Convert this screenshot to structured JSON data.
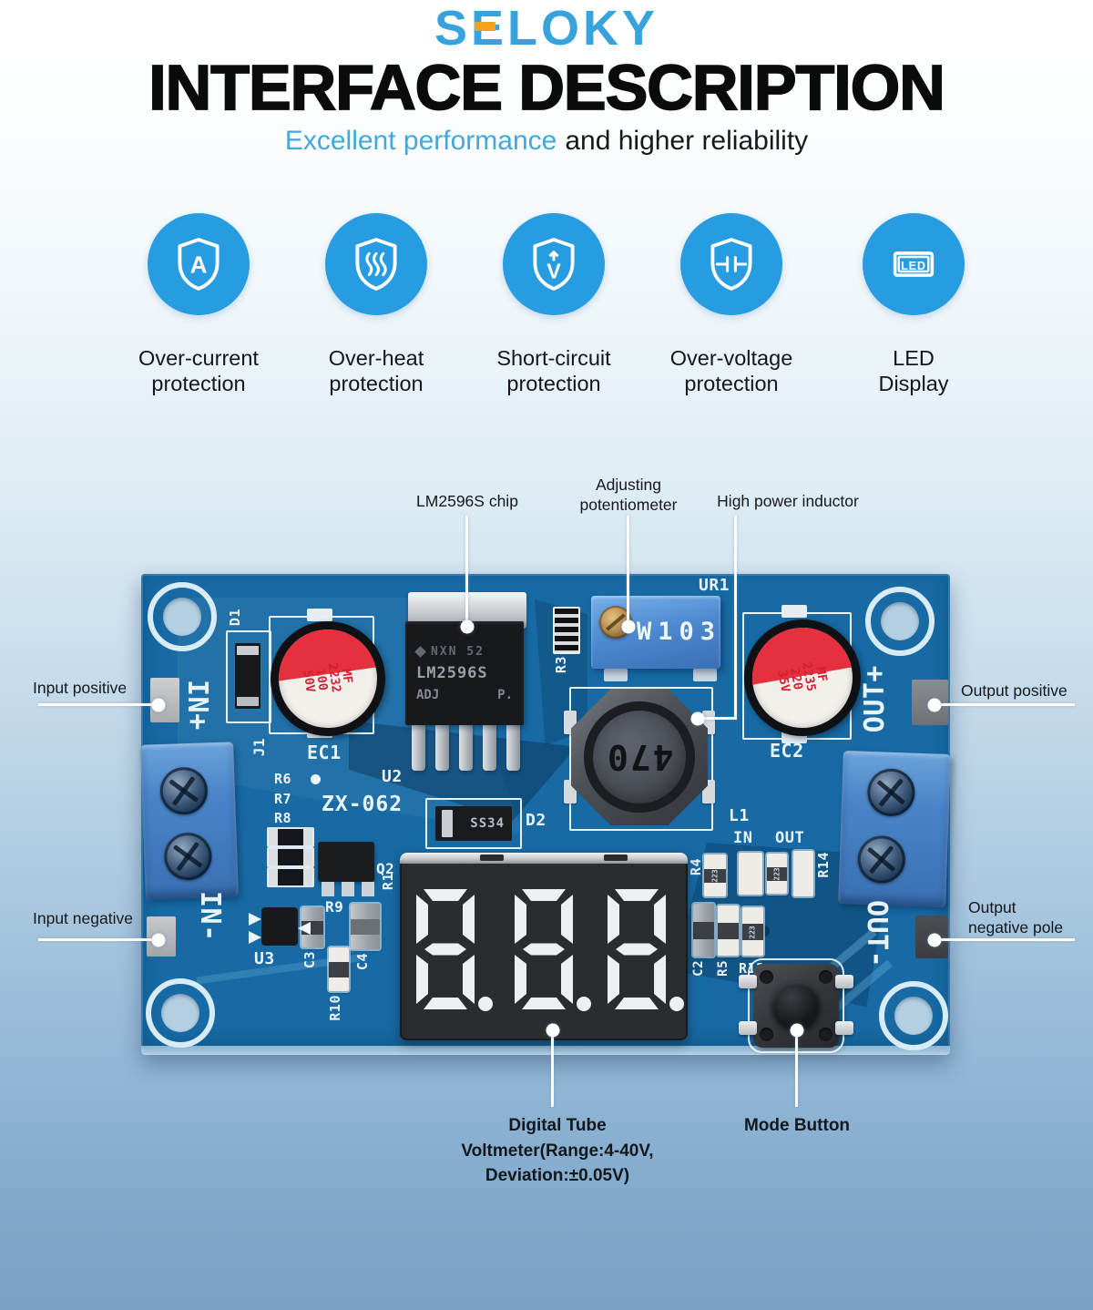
{
  "brand": {
    "name": "SELOKY"
  },
  "header": {
    "title": "INTERFACE DESCRIPTION",
    "subtitle_highlight": "Excellent performance",
    "subtitle_rest": "and higher reliability"
  },
  "features": [
    {
      "icon": "shield-ampere-icon",
      "glyph": "A",
      "label1": "Over-current",
      "label2": "protection"
    },
    {
      "icon": "shield-heat-icon",
      "label1": "Over-heat",
      "label2": "protection"
    },
    {
      "icon": "shield-voltage-icon",
      "glyph": "V",
      "label1": "Short-circuit",
      "label2": "protection"
    },
    {
      "icon": "shield-plug-icon",
      "label1": "Over-voltage",
      "label2": "protection"
    },
    {
      "icon": "led-display-icon",
      "glyph": "LED",
      "label1": "LED",
      "label2": "Display"
    }
  ],
  "callouts": {
    "chip": "LM2596S chip",
    "pot1": "Adjusting",
    "pot2": "potentiometer",
    "inductor": "High power inductor",
    "input_positive": "Input positive",
    "input_negative": "Input negative",
    "output_positive": "Output positive",
    "output_negative1": "Output",
    "output_negative2": "negative pole",
    "voltmeter1": "Digital Tube",
    "voltmeter2": "Voltmeter(Range:4-40V,",
    "voltmeter3": "Deviation:±0.05V)",
    "mode_button": "Mode Button"
  },
  "board": {
    "silkscreen": {
      "in_plus": "IN+",
      "in_minus": "IN-",
      "out_plus": "OUT+",
      "out_minus": "OUT-",
      "j1": "J1",
      "d1": "D1",
      "ec1": "EC1",
      "u2": "U2",
      "ur1": "UR1",
      "r3": "R3",
      "l1": "L1",
      "ec2": "EC2",
      "model": "ZX-062",
      "r6": "R6",
      "r7": "R7",
      "r8": "R8",
      "q2": "Q2",
      "r9": "R9",
      "u3": "U3",
      "c3": "C3",
      "r10": "R10",
      "c4": "C4",
      "r1": "R1",
      "d2": "D2",
      "in": "IN",
      "out": "OUT",
      "r4": "R4",
      "r14": "R14",
      "c2": "C2",
      "r5": "R5",
      "r13": "R13"
    },
    "components": {
      "chip_brand": "NXN 52",
      "chip_name": "LM2596S",
      "chip_adj": "ADJ",
      "chip_p": "P.",
      "cap1_lines": [
        "MF",
        "2232",
        "100",
        "50V"
      ],
      "cap2_lines": [
        "MF",
        "2235",
        "220",
        "35V"
      ],
      "pot_marking": "W103",
      "inductor_value": "470",
      "diode_marking": "SS34",
      "smd_marking": "223",
      "display_value": "8.8.8."
    }
  },
  "colors": {
    "brand_blue": "#38a2dd",
    "accent_orange": "#f0a11e",
    "icon_blue": "#289ce1",
    "subtitle_blue": "#41a9dc",
    "board_blue": "#176aa4",
    "cap_red": "#e6303e",
    "silkscreen_white": "#e9f4fa"
  }
}
